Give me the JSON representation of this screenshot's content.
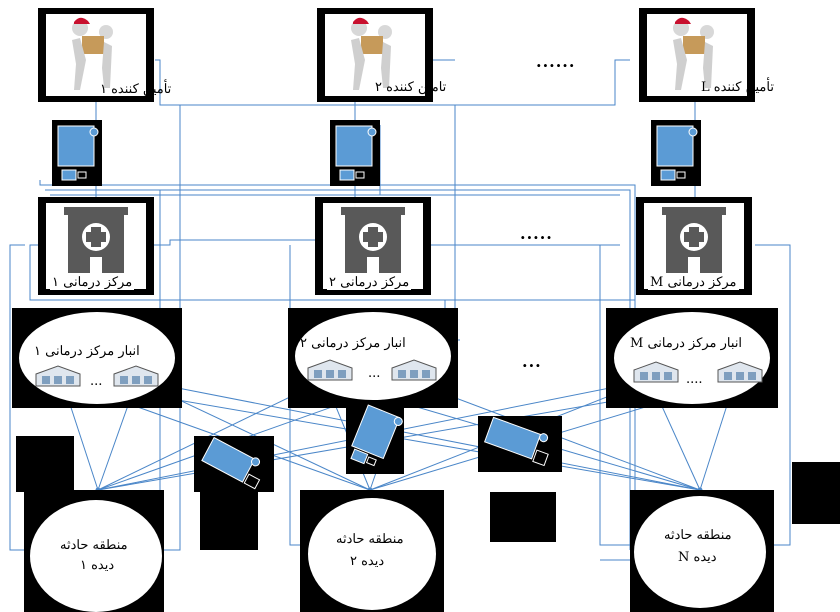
{
  "suppliers": [
    {
      "label": "تأمین کننده ۱"
    },
    {
      "label": "تامین کننده ۲"
    },
    {
      "label": "تأمین کننده L"
    }
  ],
  "suppliers_ellipsis": "......",
  "centers": [
    {
      "label": "مرکز درمانی ۱"
    },
    {
      "label": "مرکز درمانی ۲"
    },
    {
      "label": "مرکز درمانی M"
    }
  ],
  "centers_ellipsis": ".....",
  "warehouses": [
    {
      "label": "انبار مرکز درمانی ۱",
      "dots": "..."
    },
    {
      "label": "انبار مرکز درمانی ۲",
      "dots": "..."
    },
    {
      "label": "انبار مرکز درمانی M",
      "dots": "...."
    }
  ],
  "warehouses_ellipsis": "...",
  "zones": [
    {
      "line1": "منطقه حادثه",
      "line2": "دیده ۱"
    },
    {
      "line1": "منطقه حادثه",
      "line2": "دیده ۲"
    },
    {
      "line1": "منطقه حادثه",
      "line2": "دیده N"
    }
  ],
  "colors": {
    "line": "#4a86c8",
    "truck": "#5b9bd5",
    "building": "#595959"
  },
  "icons": [
    "delivery-person-icon",
    "truck-icon",
    "hospital-building-icon",
    "warehouse-icon",
    "helicopter-icon"
  ]
}
